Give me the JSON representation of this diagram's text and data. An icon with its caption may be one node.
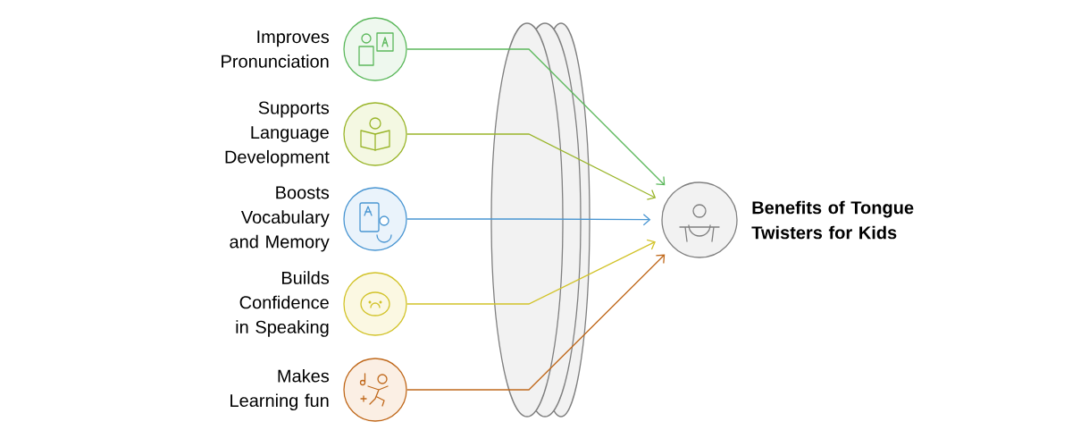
{
  "diagram": {
    "nodes": [
      {
        "text": [
          "Improves Pronunciation"
        ]
      },
      {
        "text": [
          "Supports Language Development"
        ]
      },
      {
        "text": [
          "Boosts Vocabulary and Memory"
        ]
      },
      {
        "text": [
          "Builds Confidence in Speaking"
        ]
      },
      {
        "text": [
          "Makes Learning fun"
        ]
      },
      {
        "text": [
          "Benefits of Tongue Twisters for Kids"
        ]
      }
    ],
    "edges": [
      {
        "from": 0,
        "to": 5,
        "arrow": "to",
        "color": "#5cb85c"
      },
      {
        "from": 1,
        "to": 5,
        "arrow": "to",
        "color": "#9ab52a"
      },
      {
        "from": 2,
        "to": 5,
        "arrow": "to",
        "color": "#4a96d2"
      },
      {
        "from": 3,
        "to": 5,
        "arrow": "to",
        "color": "#d2c32a"
      },
      {
        "from": 4,
        "to": 5,
        "arrow": "to",
        "color": "#c0691c"
      }
    ]
  }
}
